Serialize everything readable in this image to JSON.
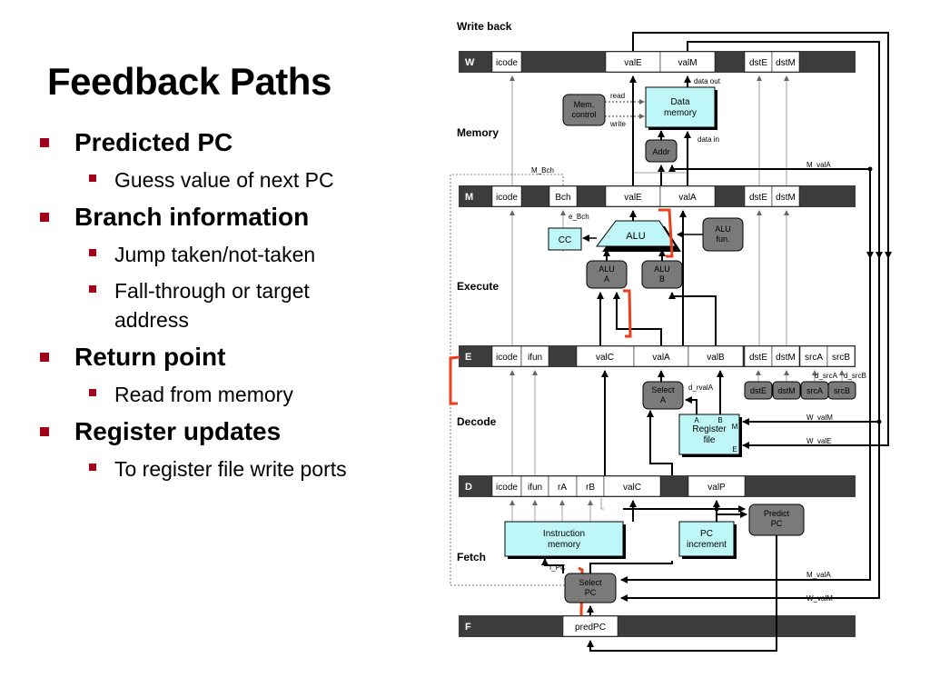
{
  "title": "Feedback Paths",
  "bullets": [
    {
      "text": "Predicted PC",
      "sub": [
        "Guess value of next PC"
      ]
    },
    {
      "text": "Branch information",
      "sub": [
        "Jump taken/not-taken",
        "Fall-through or target address"
      ]
    },
    {
      "text": "Return point",
      "sub": [
        "Read from memory"
      ]
    },
    {
      "text": "Register updates",
      "sub": [
        "To register file write ports"
      ]
    }
  ],
  "diagram": {
    "stages": {
      "writeback": "Write back",
      "memory": "Memory",
      "execute": "Execute",
      "decode": "Decode",
      "fetch": "Fetch"
    },
    "registers": {
      "W": {
        "name": "W",
        "fields": [
          "icode",
          "valE",
          "valM",
          "dstE",
          "dstM"
        ]
      },
      "M": {
        "name": "M",
        "fields": [
          "icode",
          "Bch",
          "valE",
          "valA",
          "dstE",
          "dstM"
        ]
      },
      "E": {
        "name": "E",
        "fields": [
          "icode",
          "ifun",
          "valC",
          "valA",
          "valB",
          "dstE",
          "dstM",
          "srcA",
          "srcB"
        ]
      },
      "D": {
        "name": "D",
        "fields": [
          "icode",
          "ifun",
          "rA",
          "rB",
          "valC",
          "valP"
        ]
      },
      "F": {
        "name": "F",
        "fields": [
          "predPC"
        ]
      }
    },
    "blocks": {
      "data_memory": "Data memory",
      "mem_control": "Mem. control",
      "addr": "Addr",
      "cc": "CC",
      "alu": "ALU",
      "alu_fun": "ALU fun.",
      "alu_a": "ALU A",
      "alu_b": "ALU B",
      "select_a": "Select A",
      "register_file": "Register file",
      "rf_port_a": "A",
      "rf_port_b": "B",
      "rf_port_m": "M",
      "rf_port_e": "E",
      "d_dstE": "dstE",
      "d_dstM": "dstM",
      "d_srcA": "srcA",
      "d_srcB": "srcB",
      "instruction_memory": "Instruction memory",
      "pc_increment": "PC increment",
      "predict_pc": "Predict PC",
      "select_pc": "Select PC"
    },
    "signals": {
      "data_out": "data out",
      "data_in": "data in",
      "read": "read",
      "write": "write",
      "m_bch": "M_Bch",
      "m_vala_top": "M_valA",
      "e_bch": "e_Bch",
      "d_rvala": "d_rvalA",
      "d_srca": "d_srcA",
      "d_srcb": "d_srcB",
      "w_valm_rf": "W_valM",
      "w_vale_rf": "W_valE",
      "f_pc": "f_PC",
      "m_vala_bot": "M_valA",
      "w_valm_bot": "W_valM"
    }
  }
}
